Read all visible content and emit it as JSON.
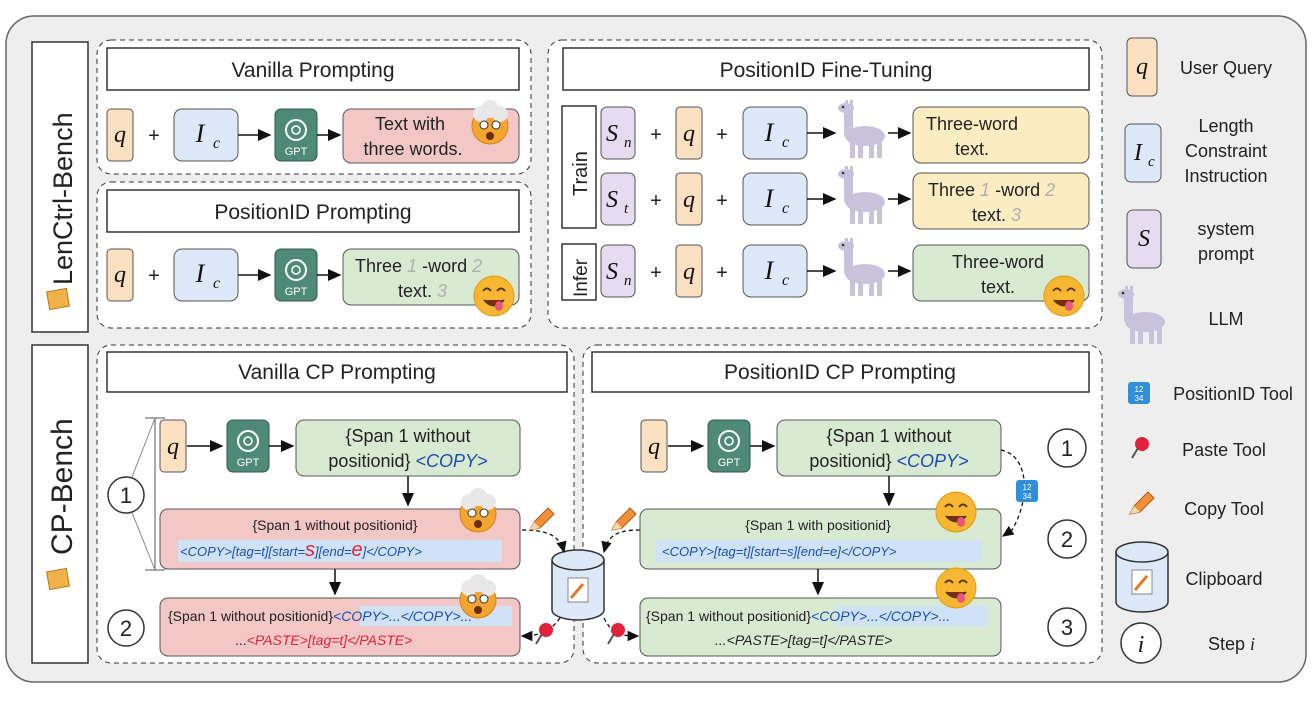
{
  "top_bench_label": "LenCtrl-Bench",
  "bottom_bench_label": "CP-Bench",
  "symbols": {
    "q": "q",
    "ic_main": "I",
    "ic_sub": "c",
    "s_main": "S",
    "sn_sub": "n",
    "st_sub": "t",
    "plus": "+",
    "step_i": "i"
  },
  "gpt_label": "GPT",
  "vanilla_prompting": {
    "title": "Vanilla Prompting",
    "out_line1": "Text with",
    "out_line2": "three words."
  },
  "positionid_prompting": {
    "title": "PositionID Prompting",
    "out_w1": "Three",
    "out_n1": "1",
    "out_w2": "-word",
    "out_n2": "2",
    "out_w3": "text.",
    "out_n3": "3"
  },
  "finetuning": {
    "title": "PositionID Fine-Tuning",
    "train_label": "Train",
    "infer_label": "Infer",
    "row1_line1": "Three-word",
    "row1_line2": "text.",
    "row2_w1": "Three",
    "row2_n1": "1",
    "row2_w2": "-word",
    "row2_n2": "2",
    "row2_w3": "text.",
    "row2_n3": "3",
    "row3_line1": "Three-word",
    "row3_line2": "text."
  },
  "vanilla_cp": {
    "title": "Vanilla CP Prompting",
    "span_line1": "{Span 1 without",
    "span_line2a": "positionid}",
    "span_line2b": "<COPY>",
    "copy_title": "{Span 1 without positionid}",
    "copy_a": "<COPY>[tag=t",
    "copy_b": "][start=",
    "copy_s": "s",
    "copy_c": "][end=",
    "copy_e": "e",
    "copy_d": "]</COPY>",
    "paste_line1a": "{Span 1 without positionid}",
    "paste_line1b": "<COPY>...</COPY>...",
    "paste_line2a": "...",
    "paste_line2b": "<PASTE>[tag=t]</PASTE>"
  },
  "positionid_cp": {
    "title": "PositionID CP Prompting",
    "span_line1": "{Span 1 without",
    "span_line2a": "positionid}",
    "span_line2b": "<COPY>",
    "copy_title": "{Span 1 with positionid}",
    "copy_line": "<COPY>[tag=t][start=s",
    "copy_line_b": "][end=e",
    "copy_line_c": "]</COPY>",
    "paste_line1a": "{Span 1 without positionid}",
    "paste_line1b": "<COPY>...</COPY>...",
    "paste_line2a": "...<PASTE>[tag=t]</PASTE>"
  },
  "steps": [
    "1",
    "2",
    "3"
  ],
  "legend": {
    "user_query": "User Query",
    "length_constraint_1": "Length",
    "length_constraint_2": "Constraint",
    "length_constraint_3": "Instruction",
    "system_prompt_1": "system",
    "system_prompt_2": "prompt",
    "llm": "LLM",
    "positionid_tool": "PositionID Tool",
    "paste_tool": "Paste Tool",
    "copy_tool": "Copy Tool",
    "clipboard": "Clipboard",
    "step": "Step"
  },
  "colors": {
    "query": "#fbe0c2",
    "instruction": "#dde9f8",
    "system": "#e6dbef",
    "vanilla_out": "#f4c7c7",
    "posid_out": "#d9ead3",
    "ft_out": "#fcecc2",
    "gpt": "#4f8a78",
    "frame_bg": "#eeeeee"
  }
}
